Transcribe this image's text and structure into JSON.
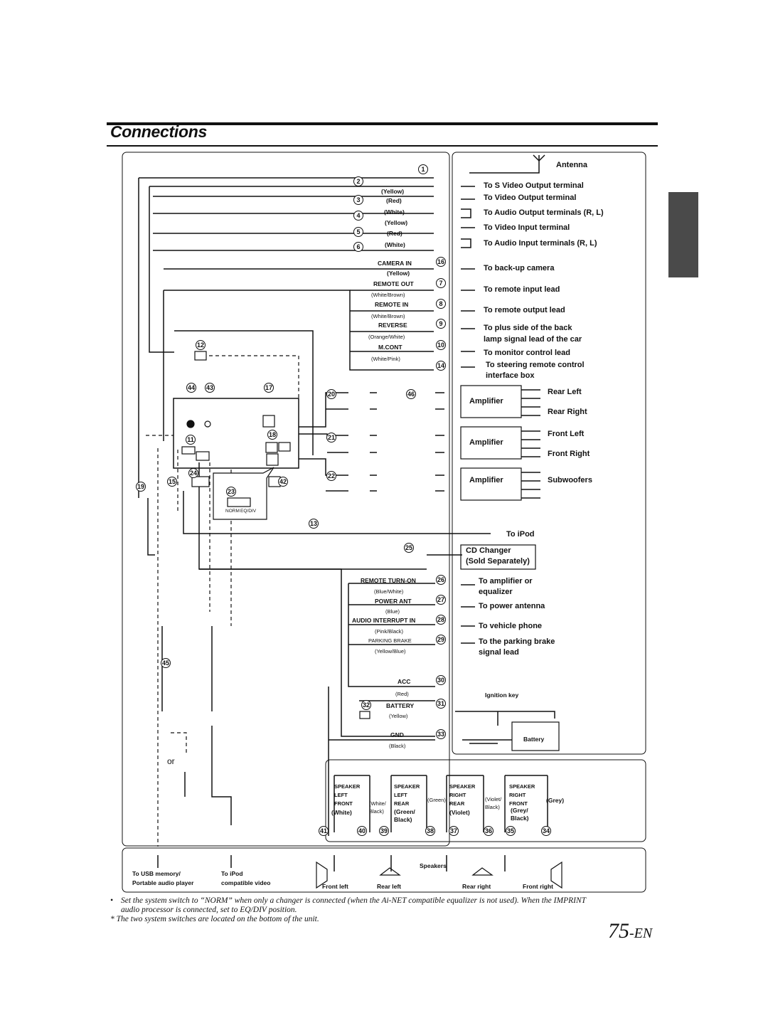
{
  "page_title": "Connections",
  "page_number": "75",
  "page_suffix": "-EN",
  "right_labels": {
    "antenna": "Antenna",
    "s_video_out": "To S Video Output terminal",
    "video_out": "To Video Output terminal",
    "audio_out": "To Audio Output terminals (R, L)",
    "video_in": "To Video Input terminal",
    "audio_in": "To Audio Input terminals (R, L)",
    "backup_camera": "To  back-up camera",
    "remote_input": "To remote input lead",
    "remote_output": "To remote output lead",
    "reverse_1": "To plus side of the back",
    "reverse_2": "lamp signal lead of the car",
    "monitor_control": "To monitor control lead",
    "steering_1": "To steering remote control",
    "steering_2": "interface box",
    "ipod": "To iPod",
    "changer_1": "CD Changer",
    "changer_2": "(Sold Separately)",
    "amp_eq_1": "To amplifier or",
    "amp_eq_2": "equalizer",
    "power_antenna": "To power antenna",
    "vehicle_phone": "To vehicle phone",
    "parking_1": "To the parking brake",
    "parking_2": "signal lead",
    "ignition_key": "Ignition key",
    "battery": "Battery"
  },
  "amplifiers": [
    {
      "label": "Amplifier",
      "outputs": [
        "Rear Left",
        "Rear Right"
      ]
    },
    {
      "label": "Amplifier",
      "outputs": [
        "Front Left",
        "Front Right"
      ]
    },
    {
      "label": "Amplifier",
      "outputs": [
        "Subwoofers"
      ]
    }
  ],
  "wire_colors": {
    "yellow_1": "(Yellow)",
    "red_1": "(Red)",
    "white_1": "(White)",
    "yellow_2": "(Yellow)",
    "red_2": "(Red)",
    "white_2": "(White)",
    "camera_in": "CAMERA IN",
    "yellow_3": "(Yellow)",
    "remote_out": "REMOTE OUT",
    "white_brown_1": "(White/Brown)",
    "remote_in": "REMOTE IN",
    "white_brown_2": "(White/Brown)",
    "reverse": "REVERSE",
    "orange_white": "(Orange/White)",
    "mcont": "M.CONT",
    "white_pink": "(White/Pink)",
    "remote_turn_on": "REMOTE TURN-ON",
    "blue_white": "(Blue/White)",
    "power_ant": "POWER ANT",
    "blue": "(Blue)",
    "audio_interrupt": "AUDIO INTERRUPT IN",
    "pink_black": "(Pink/Black)",
    "parking_brake": "PARKING BRAKE",
    "yellow_blue": "(Yellow/Blue)",
    "acc": "ACC",
    "red_acc": "(Red)",
    "battery_wire": "BATTERY",
    "yellow_batt": "(Yellow)",
    "gnd": "GND",
    "black_gnd": "(Black)"
  },
  "switch": {
    "norm": "NORM",
    "eqdiv": "EQ/DIV"
  },
  "or_text": "or",
  "speaker_leads": [
    {
      "l1": "SPEAKER",
      "l2": "LEFT",
      "l3": "FRONT",
      "color": "(White)"
    },
    {
      "l1": "SPEAKER",
      "l2": "LEFT",
      "l3": "REAR",
      "color": "(Green/ Black)",
      "color2": "(White/ Black)"
    },
    {
      "l1": "SPEAKER",
      "l2": "RIGHT",
      "l3": "REAR",
      "color": "(Violet)",
      "color2": "(Green)"
    },
    {
      "l1": "SPEAKER",
      "l2": "RIGHT",
      "l3": "FRONT",
      "color": "(Grey/ Black)",
      "color2": "(Violet/ Black)",
      "color3": "(Grey)"
    }
  ],
  "bottom": {
    "usb_1": "To USB memory/",
    "usb_2": "Portable audio player",
    "ipod_1": "To iPod",
    "ipod_2": "compatible video",
    "speakers": "Speakers",
    "front_left": "Front left",
    "rear_left": "Rear left",
    "rear_right": "Rear right",
    "front_right": "Front right"
  },
  "notes": {
    "bullet_1": "Set the system switch to “NORM” when only a changer is connected (when the Ai-NET compatible equalizer is not used). When the IMPRINT",
    "bullet_2": "audio processor is connected, set to EQ/DIV position.",
    "asterisk": "* The two system switches are located on the bottom of the unit."
  },
  "numbers": [
    "1",
    "2",
    "3",
    "4",
    "5",
    "6",
    "7",
    "8",
    "9",
    "10",
    "11",
    "12",
    "13",
    "14",
    "15",
    "16",
    "17",
    "18",
    "19",
    "20",
    "21",
    "22",
    "23",
    "24",
    "25",
    "26",
    "27",
    "28",
    "29",
    "30",
    "31",
    "32",
    "33",
    "34",
    "35",
    "36",
    "37",
    "38",
    "39",
    "40",
    "41",
    "42",
    "43",
    "44",
    "45",
    "46"
  ]
}
